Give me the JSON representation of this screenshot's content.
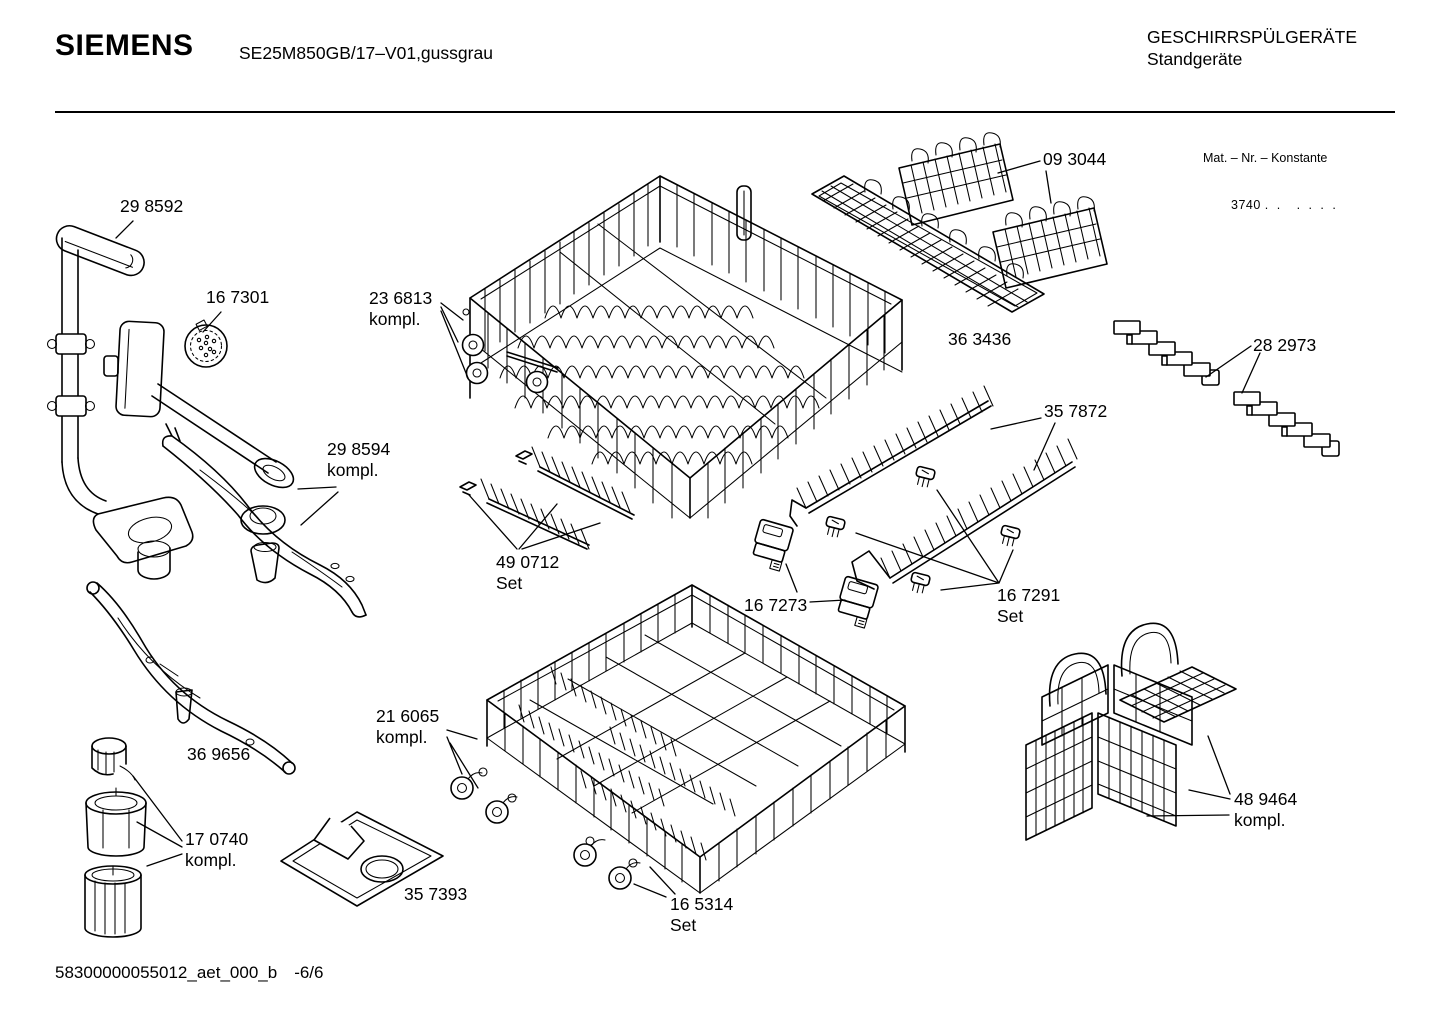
{
  "header": {
    "brand": "SIEMENS",
    "model": "SE25M850GB/17–V01,gussgrau",
    "category": "GESCHIRRSPÜLGERÄTE",
    "subcategory": "Standgeräte"
  },
  "mat_nr": {
    "line1": "Mat. – Nr. – Konstante",
    "line2": "3740 .  .    .  .  .  ."
  },
  "footer": {
    "document_id": "58300000055012_aet_000_b",
    "sheet": "-6/6"
  },
  "parts": [
    {
      "id": "29-8592",
      "number": "29 8592",
      "suffix": ""
    },
    {
      "id": "16-7301",
      "number": "16 7301",
      "suffix": ""
    },
    {
      "id": "23-6813",
      "number": "23 6813",
      "suffix": "kompl."
    },
    {
      "id": "09-3044",
      "number": "09 3044",
      "suffix": ""
    },
    {
      "id": "36-3436",
      "number": "36 3436",
      "suffix": ""
    },
    {
      "id": "28-2973",
      "number": "28 2973",
      "suffix": ""
    },
    {
      "id": "35-7872",
      "number": "35 7872",
      "suffix": ""
    },
    {
      "id": "29-8594",
      "number": "29 8594",
      "suffix": "kompl."
    },
    {
      "id": "49-0712",
      "number": "49 0712",
      "suffix": "Set"
    },
    {
      "id": "16-7273",
      "number": "16 7273",
      "suffix": ""
    },
    {
      "id": "16-7291",
      "number": "16 7291",
      "suffix": "Set"
    },
    {
      "id": "36-9656",
      "number": "36 9656",
      "suffix": ""
    },
    {
      "id": "21-6065",
      "number": "21 6065",
      "suffix": "kompl."
    },
    {
      "id": "17-0740",
      "number": "17 0740",
      "suffix": "kompl."
    },
    {
      "id": "35-7393",
      "number": "35 7393",
      "suffix": ""
    },
    {
      "id": "16-5314",
      "number": "16 5314",
      "suffix": "Set"
    },
    {
      "id": "48-9464",
      "number": "48 9464",
      "suffix": "kompl."
    }
  ]
}
